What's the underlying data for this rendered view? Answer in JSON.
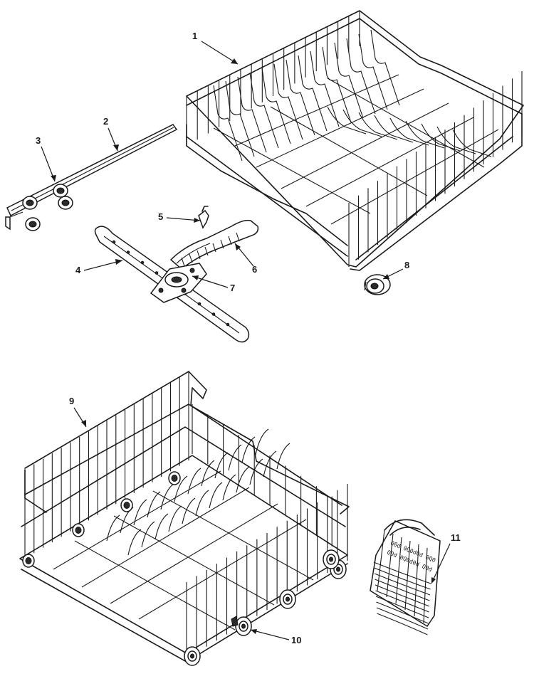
{
  "callouts": [
    {
      "id": "1",
      "label": "1"
    },
    {
      "id": "2",
      "label": "2"
    },
    {
      "id": "3",
      "label": "3"
    },
    {
      "id": "4",
      "label": "4"
    },
    {
      "id": "5",
      "label": "5"
    },
    {
      "id": "6",
      "label": "6"
    },
    {
      "id": "7",
      "label": "7"
    },
    {
      "id": "8",
      "label": "8"
    },
    {
      "id": "9",
      "label": "9"
    },
    {
      "id": "10",
      "label": "10"
    },
    {
      "id": "11",
      "label": "11"
    }
  ],
  "parts": [
    {
      "callout": "1",
      "icon": "upper-rack-icon"
    },
    {
      "callout": "2",
      "icon": "rack-track-icon"
    },
    {
      "callout": "3",
      "icon": "track-rollers-icon"
    },
    {
      "callout": "4",
      "icon": "spray-arm-icon"
    },
    {
      "callout": "5",
      "icon": "clip-icon"
    },
    {
      "callout": "6",
      "icon": "feed-tube-icon"
    },
    {
      "callout": "7",
      "icon": "hub-icon"
    },
    {
      "callout": "8",
      "icon": "roller-icon"
    },
    {
      "callout": "9",
      "icon": "lower-rack-icon"
    },
    {
      "callout": "10",
      "icon": "wheel-icon"
    },
    {
      "callout": "11",
      "icon": "silverware-basket-icon"
    }
  ],
  "basket_print": [
    "Q0d 0Q0d0d 0Q0",
    "Q0d 0Q0d0d Q0d"
  ]
}
